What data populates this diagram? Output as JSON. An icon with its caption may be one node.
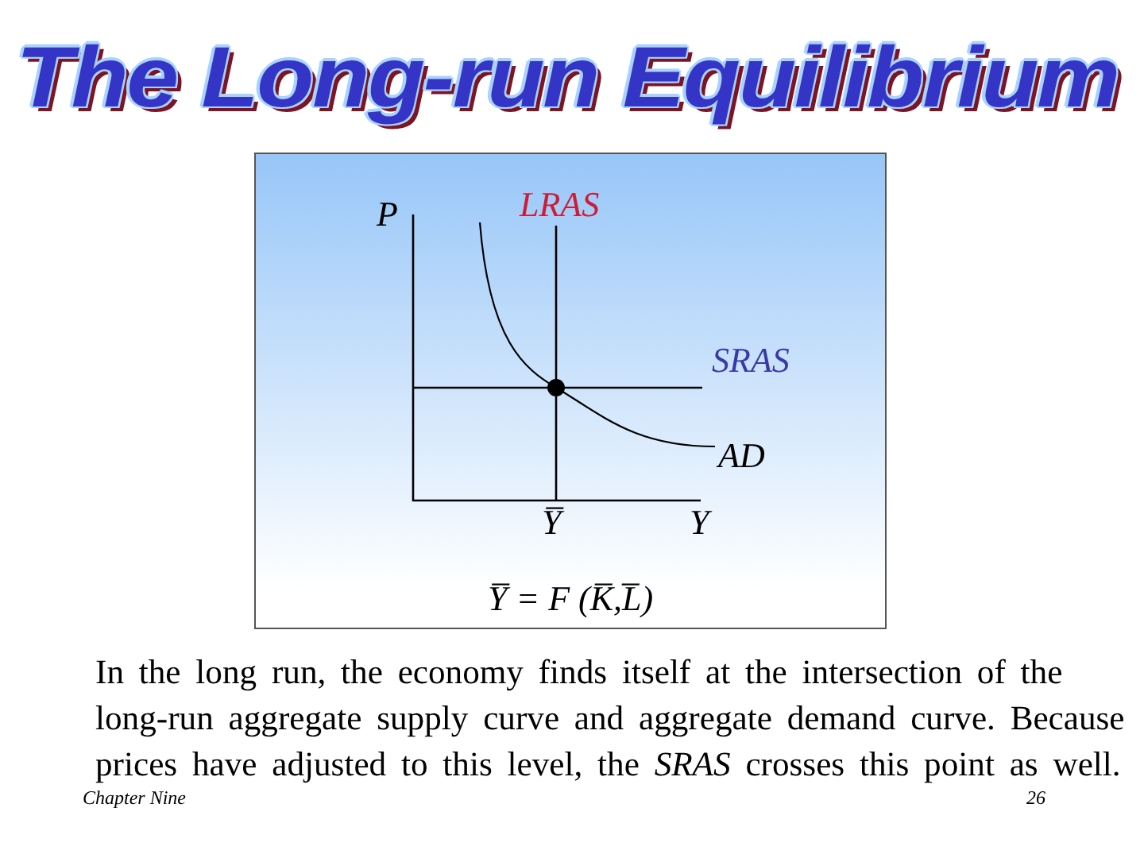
{
  "diagram": {
    "title": "The Long-run Equilibrium",
    "caption": "In the long run, the economy finds itself at the intersection of the long-run aggregate supply curve and aggregate demand curve. Because prices have adjusted to this level, the *SRAS* crosses this point as well.",
    "labels": [
      "P",
      "LRAS",
      "SRAS",
      "AD",
      "Y̅",
      "Y",
      "Y̅ = F (K̅,L̅)",
      "Chapter Nine",
      "26"
    ]
  }
}
